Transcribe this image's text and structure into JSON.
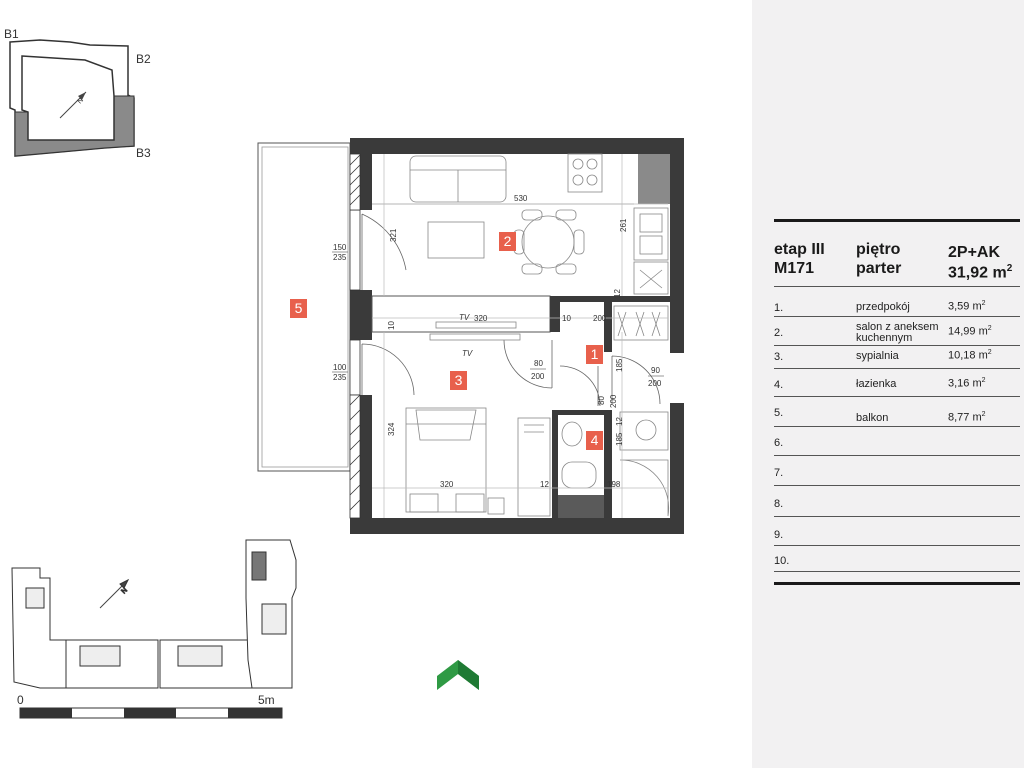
{
  "key_plan": {
    "labels": [
      "B1",
      "B2",
      "B3"
    ]
  },
  "plan": {
    "rooms": [
      {
        "number": "1"
      },
      {
        "number": "2"
      },
      {
        "number": "3"
      },
      {
        "number": "4"
      },
      {
        "number": "5"
      }
    ],
    "dimensions": {
      "d530": "530",
      "d321": "321",
      "d261": "261",
      "d150": "150",
      "d235a": "235",
      "d100": "100",
      "d235b": "235",
      "d320top": "320",
      "d10a": "10",
      "d10b": "10",
      "d200a": "200",
      "d12a": "12",
      "d80a": "80",
      "d200b": "200",
      "d185a": "185",
      "d90": "90",
      "d200c": "200",
      "d80b": "80",
      "d200d": "200",
      "d12b": "12",
      "d185b": "185",
      "d324": "324",
      "d320bottom": "320",
      "d12c": "12",
      "d198": "198"
    },
    "tv_labels": [
      "TV",
      "TV"
    ],
    "scale_start": "0",
    "scale_end": "5m"
  },
  "info": {
    "etap": "etap III",
    "unit": "M171",
    "pietro_label": "piętro",
    "pietro_value": "parter",
    "type": "2P+AK",
    "area_value": "31,92 m",
    "area_unit_sup": "2",
    "rows": [
      {
        "num": "1.",
        "name": "przedpokój",
        "area": "3,59 m",
        "sup": "2"
      },
      {
        "num": "2.",
        "name": "salon z aneksem kuchennym",
        "area": "14,99 m",
        "sup": "2"
      },
      {
        "num": "3.",
        "name": "sypialnia",
        "area": "10,18 m",
        "sup": "2"
      },
      {
        "num": "4.",
        "name": "łazienka",
        "area": "3,16 m",
        "sup": "2"
      },
      {
        "num": "5.",
        "name": "balkon",
        "area": "8,77 m",
        "sup": "2"
      },
      {
        "num": "6.",
        "name": "",
        "area": "",
        "sup": ""
      },
      {
        "num": "7.",
        "name": "",
        "area": "",
        "sup": ""
      },
      {
        "num": "8.",
        "name": "",
        "area": "",
        "sup": ""
      },
      {
        "num": "9.",
        "name": "",
        "area": "",
        "sup": ""
      },
      {
        "num": "10.",
        "name": "",
        "area": "",
        "sup": ""
      }
    ]
  }
}
